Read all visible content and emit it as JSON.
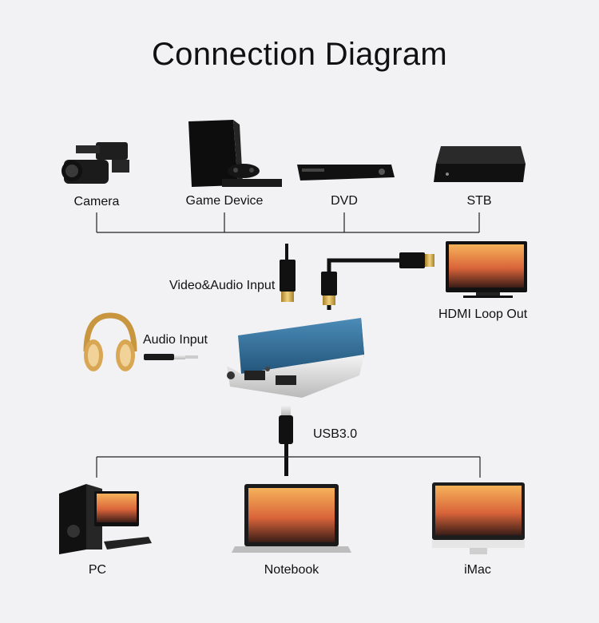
{
  "title": "Connection Diagram",
  "sources": {
    "camera": "Camera",
    "game_device": "Game Device",
    "dvd": "DVD",
    "stb": "STB"
  },
  "capture": {
    "video_audio_input": "Video&Audio Input",
    "hdmi_loop_out": "HDMI Loop Out",
    "audio_input": "Audio Input",
    "usb": "USB3.0"
  },
  "computers": {
    "pc": "PC",
    "notebook": "Notebook",
    "imac": "iMac"
  },
  "colors": {
    "capture_box": "#2e6a93",
    "connector_gold": "#c9a24a",
    "cable": "#111111",
    "line": "#222222"
  }
}
